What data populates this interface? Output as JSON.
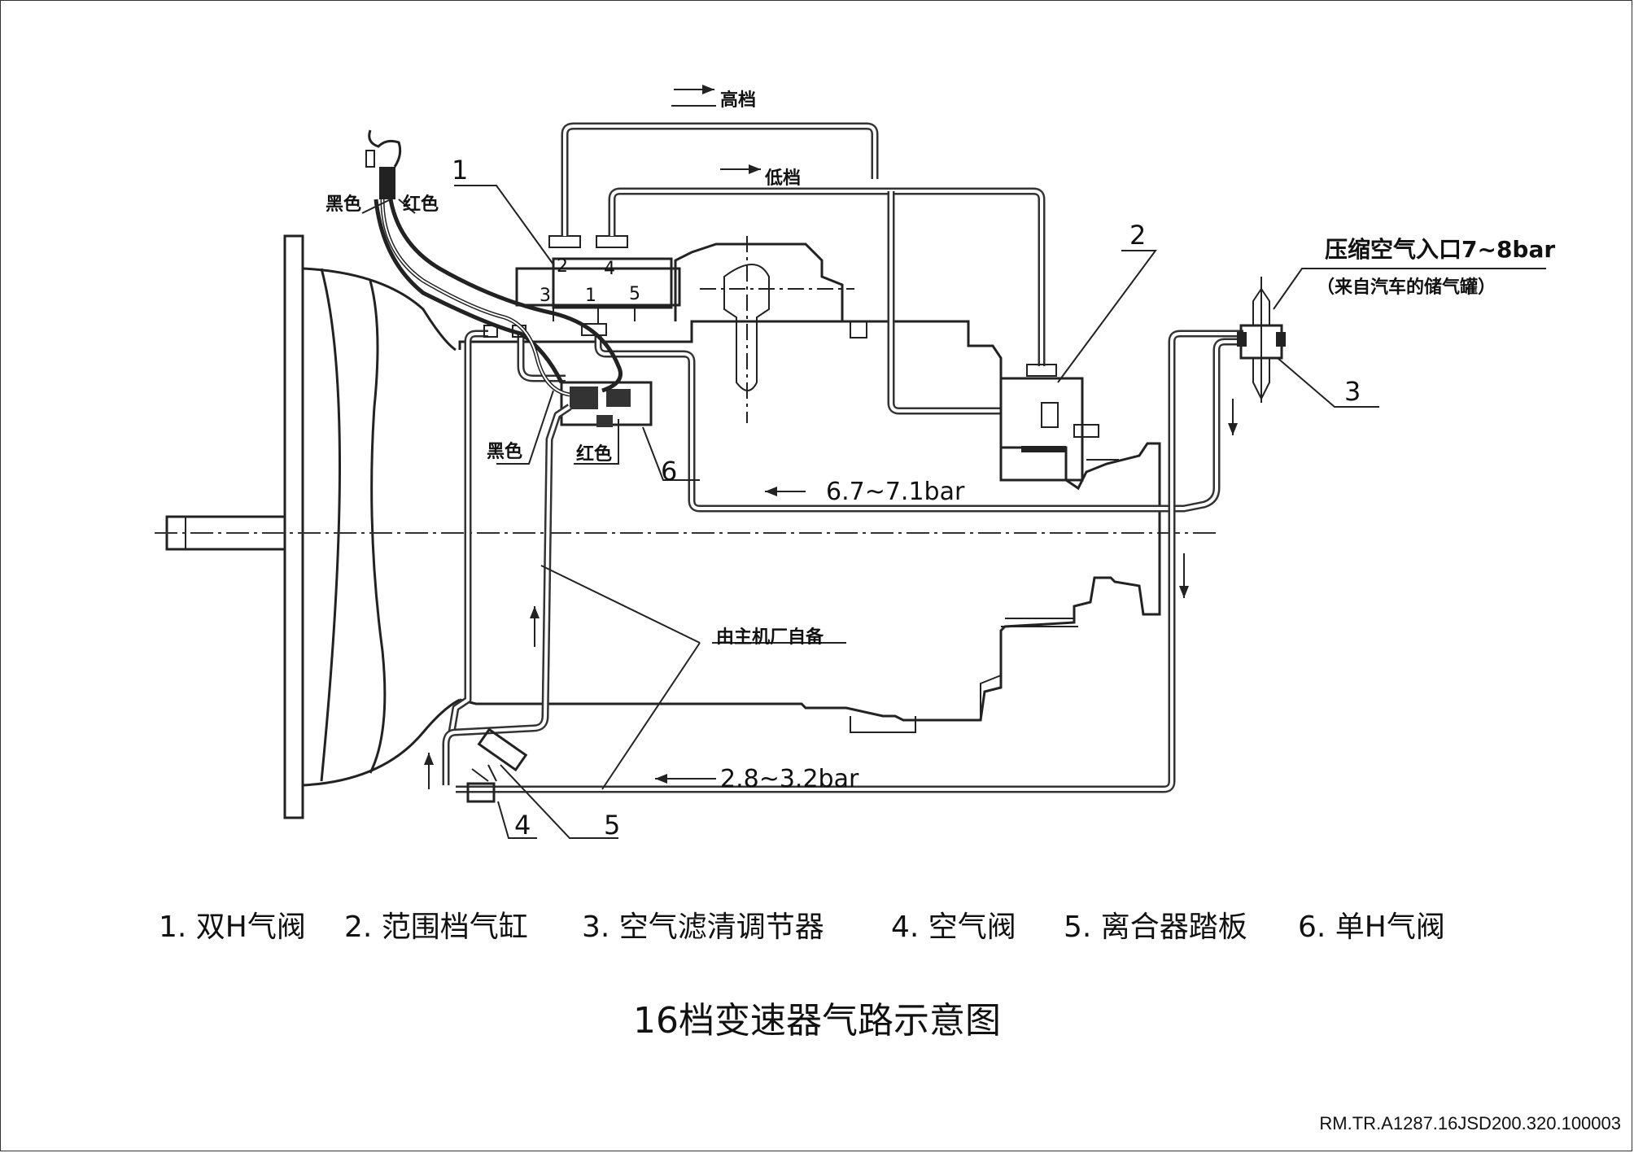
{
  "labels": {
    "high_gear": "高档",
    "low_gear": "低档",
    "black_top": "黑色",
    "red_top": "红色",
    "black_bottom": "黑色",
    "red_bottom": "红色",
    "air_inlet": "压缩空气入口7~8bar",
    "air_source": "（来自汽车的储气罐）",
    "oem_supplied": "由主机厂自备",
    "pressure_high": "6.7~7.1bar",
    "pressure_low": "2.8~3.2bar",
    "port_2": "2",
    "port_4": "4",
    "port_3": "3",
    "port_5": "5",
    "port_1": "1",
    "callout_1": "1",
    "callout_2": "2",
    "callout_3": "3",
    "callout_4": "4",
    "callout_5": "5",
    "callout_6": "6"
  },
  "legend": [
    "1. 双H气阀",
    "2. 范围档气缸",
    "3. 空气滤清调节器",
    "4. 空气阀",
    "5. 离合器踏板",
    "6. 单H气阀"
  ],
  "title": "16档变速器气路示意图",
  "doc_id": "RM.TR.A1287.16JSD200.320.100003"
}
